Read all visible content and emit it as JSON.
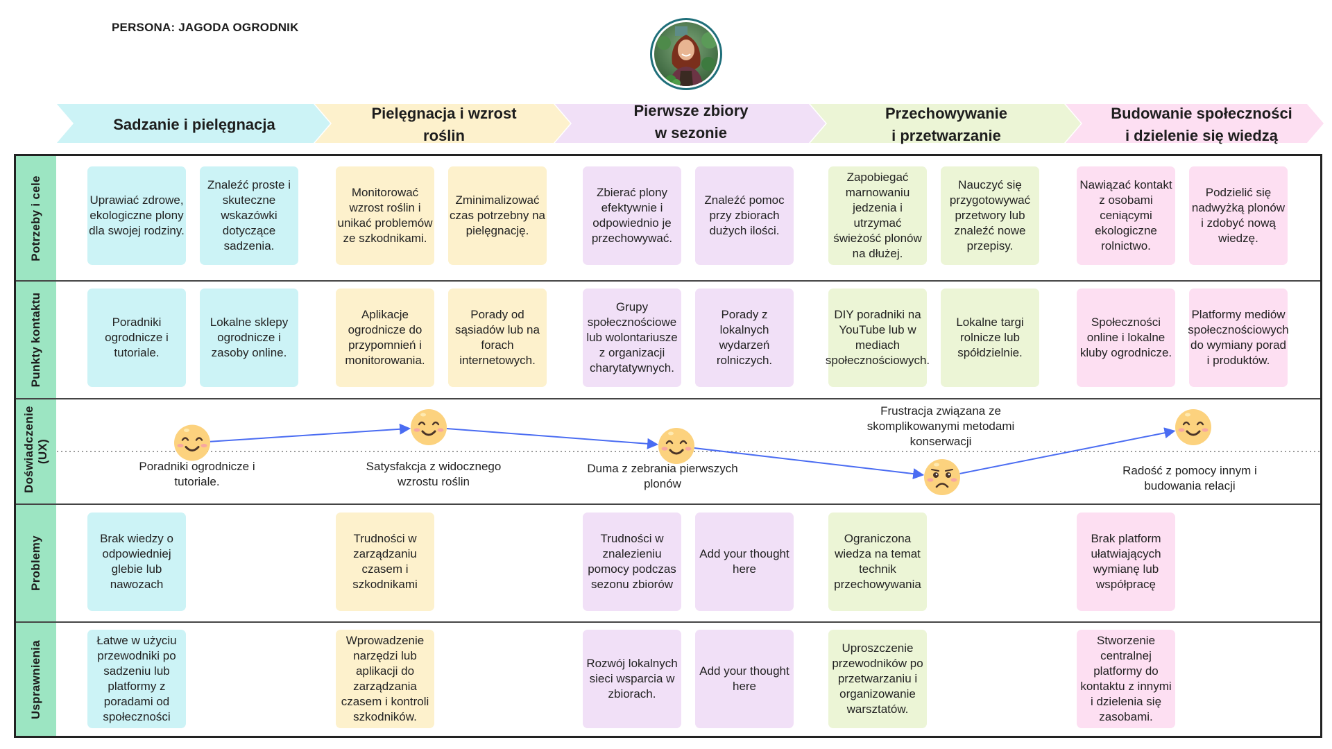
{
  "persona": {
    "title": "PERSONA: JAGODA OGRODNIK",
    "avatar_icon": "persona-photo"
  },
  "colors": {
    "cyan": "#ccf3f6",
    "yellow": "#fdf1cc",
    "purple": "#f1e0f7",
    "green": "#ecf5d6",
    "pink": "#fddff2",
    "row_label": "#9ce5c2",
    "ux_line": "#4a6cf2"
  },
  "stages": [
    {
      "lines": [
        "Sadzanie i pielęgnacja"
      ],
      "color": "#ccf3f6"
    },
    {
      "lines": [
        "Pielęgnacja i wzrost",
        "roślin"
      ],
      "color": "#fdf1cc"
    },
    {
      "lines": [
        "Pierwsze zbiory",
        "w sezonie"
      ],
      "color": "#f1e0f7"
    },
    {
      "lines": [
        "Przechowywanie",
        "i przetwarzanie"
      ],
      "color": "#ecf5d6"
    },
    {
      "lines": [
        "Budowanie społeczności",
        "i dzielenie się wiedzą"
      ],
      "color": "#fddff2"
    }
  ],
  "rows": [
    {
      "label": "Potrzeby i cele"
    },
    {
      "label": "Punkty kontaktu"
    },
    {
      "label": "Doświadczenie (UX)"
    },
    {
      "label": "Problemy"
    },
    {
      "label": "Usprawnienia"
    }
  ],
  "needs": [
    "Uprawiać zdrowe, ekologiczne plony dla swojej rodziny.",
    "Znaleźć proste i skuteczne wskazówki dotyczące sadzenia.",
    "Monitorować wzrost roślin i unikać problemów ze szkodnikami.",
    "Zminimalizować czas potrzebny na pielęgnację.",
    "Zbierać plony efektywnie i odpowiednio je przechowywać.",
    "Znaleźć pomoc przy zbiorach dużych ilości.",
    "Zapobiegać marnowaniu jedzenia i utrzymać świeżość plonów na dłużej.",
    "Nauczyć się przygotowywać przetwory lub znaleźć nowe przepisy.",
    "Nawiązać kontakt z osobami ceniącymi ekologiczne rolnictwo.",
    "Podzielić się nadwyżką plonów i zdobyć nową wiedzę."
  ],
  "touchpoints": [
    "Poradniki ogrodnicze i tutoriale.",
    "Lokalne sklepy ogrodnicze i zasoby online.",
    "Aplikacje ogrodnicze do przypomnień i monitorowania.",
    "Porady od sąsiadów lub na forach internetowych.",
    "Grupy społecznościowe lub wolontariusze z organizacji charytatywnych.",
    "Porady z lokalnych wydarzeń rolniczych.",
    "DIY poradniki na YouTube lub w mediach społecznościowych.",
    "Lokalne targi rolnicze lub spółdzielnie.",
    "Społeczności online i lokalne kluby ogrodnicze.",
    "Platformy mediów społecznościowych do wymiany porad i produktów."
  ],
  "ux": [
    {
      "text": "Poradniki ogrodnicze i tutoriale.",
      "emotion": "happy",
      "level": 0.55
    },
    {
      "text": "Satysfakcja z widocznego wzrostu roślin",
      "emotion": "happy",
      "level": 0.8
    },
    {
      "text": "Duma z zebrania pierwszych plonów",
      "emotion": "happy",
      "level": 0.5
    },
    {
      "text": "Frustracja związana ze skomplikowanymi metodami konserwacji",
      "emotion": "sad",
      "level": 0.0
    },
    {
      "text": "Radość z pomocy innym i budowania relacji",
      "emotion": "happy",
      "level": 0.8
    }
  ],
  "problems": [
    {
      "stage": 0,
      "slot": 0,
      "text": "Brak wiedzy o odpowiedniej glebie lub nawozach"
    },
    {
      "stage": 1,
      "slot": 0,
      "text": "Trudności w zarządzaniu czasem i szkodnikami"
    },
    {
      "stage": 2,
      "slot": 0,
      "text": "Trudności w znalezieniu pomocy podczas sezonu zbiorów"
    },
    {
      "stage": 2,
      "slot": 1,
      "text": "Add your thought here"
    },
    {
      "stage": 3,
      "slot": 0,
      "text": "Ograniczona wiedza na temat technik przechowywania"
    },
    {
      "stage": 4,
      "slot": 0,
      "text": "Brak platform ułatwiających wymianę lub współpracę"
    }
  ],
  "improvements": [
    {
      "stage": 0,
      "slot": 0,
      "text": "Łatwe w użyciu przewodniki po sadzeniu lub platformy z poradami od społeczności"
    },
    {
      "stage": 1,
      "slot": 0,
      "text": "Wprowadzenie narzędzi lub aplikacji do zarządzania czasem i kontroli szkodników."
    },
    {
      "stage": 2,
      "slot": 0,
      "text": "Rozwój lokalnych sieci wsparcia w zbiorach."
    },
    {
      "stage": 2,
      "slot": 1,
      "text": "Add your thought here"
    },
    {
      "stage": 3,
      "slot": 0,
      "text": "Uproszczenie przewodników po przetwarzaniu i organizowanie warsztatów."
    },
    {
      "stage": 4,
      "slot": 0,
      "text": "Stworzenie centralnej platformy do kontaktu z innymi i dzielenia się zasobami."
    }
  ]
}
